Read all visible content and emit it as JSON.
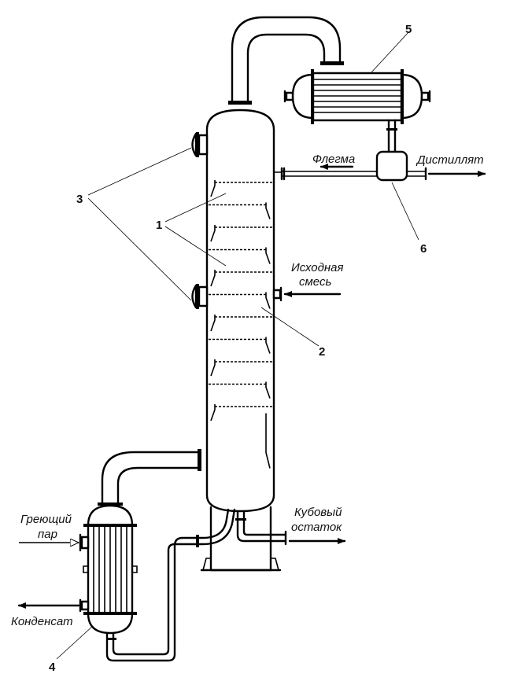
{
  "diagram": {
    "title": "Схема ректификационной установки",
    "numbers": {
      "plates": "1",
      "overflow": "2",
      "manholes": "3",
      "reboiler": "4",
      "condenser": "5",
      "divider": "6"
    },
    "streams": {
      "reflux": "Флегма",
      "distillate": "Дистиллят",
      "feed_line1": "Исходная",
      "feed_line2": "смесь",
      "bottoms_line1": "Кубовый",
      "bottoms_line2": "остаток",
      "steam_line1": "Греющий",
      "steam_line2": "пар",
      "condensate": "Конденсат"
    },
    "plate_count": 11,
    "colors": {
      "line": "#000000",
      "background": "#ffffff"
    }
  }
}
